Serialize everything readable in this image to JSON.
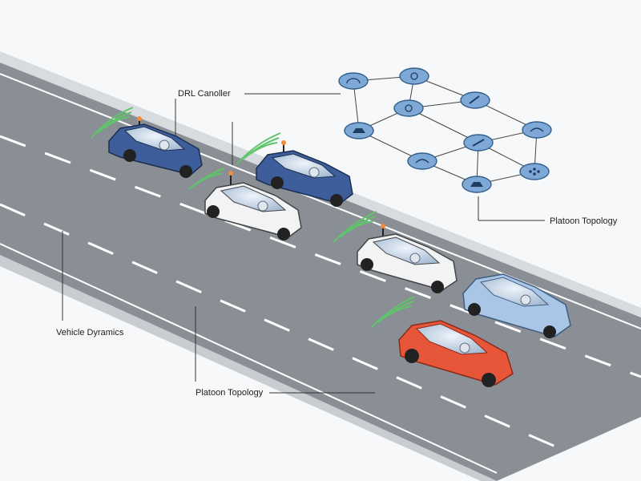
{
  "labels": {
    "drl_controller": "DRL Canoller",
    "platoon_topology_top": "Platoon Topology",
    "vehicle_dynamics": "Vehicle Dyramics",
    "platoon_topology_bottom": "Platoon Topology"
  },
  "colors": {
    "road": "#8a8f96",
    "road_shoulder": "#d9dcdf",
    "lane_marking": "#ffffff",
    "node_fill": "#7ea9d6",
    "node_stroke": "#2f5d8a",
    "signal": "#5fc46a",
    "car_dark_blue": "#3d5e9a",
    "car_white": "#f2f3f5",
    "car_light_blue": "#a9c6e6",
    "car_red": "#e8563a",
    "antenna_light": "#f08a3c"
  },
  "icons": [
    "speedometer-icon",
    "gear-icon",
    "car-icon",
    "steering-icon",
    "network-icon",
    "fuel-icon",
    "dots-icon",
    "wrench-icon"
  ]
}
